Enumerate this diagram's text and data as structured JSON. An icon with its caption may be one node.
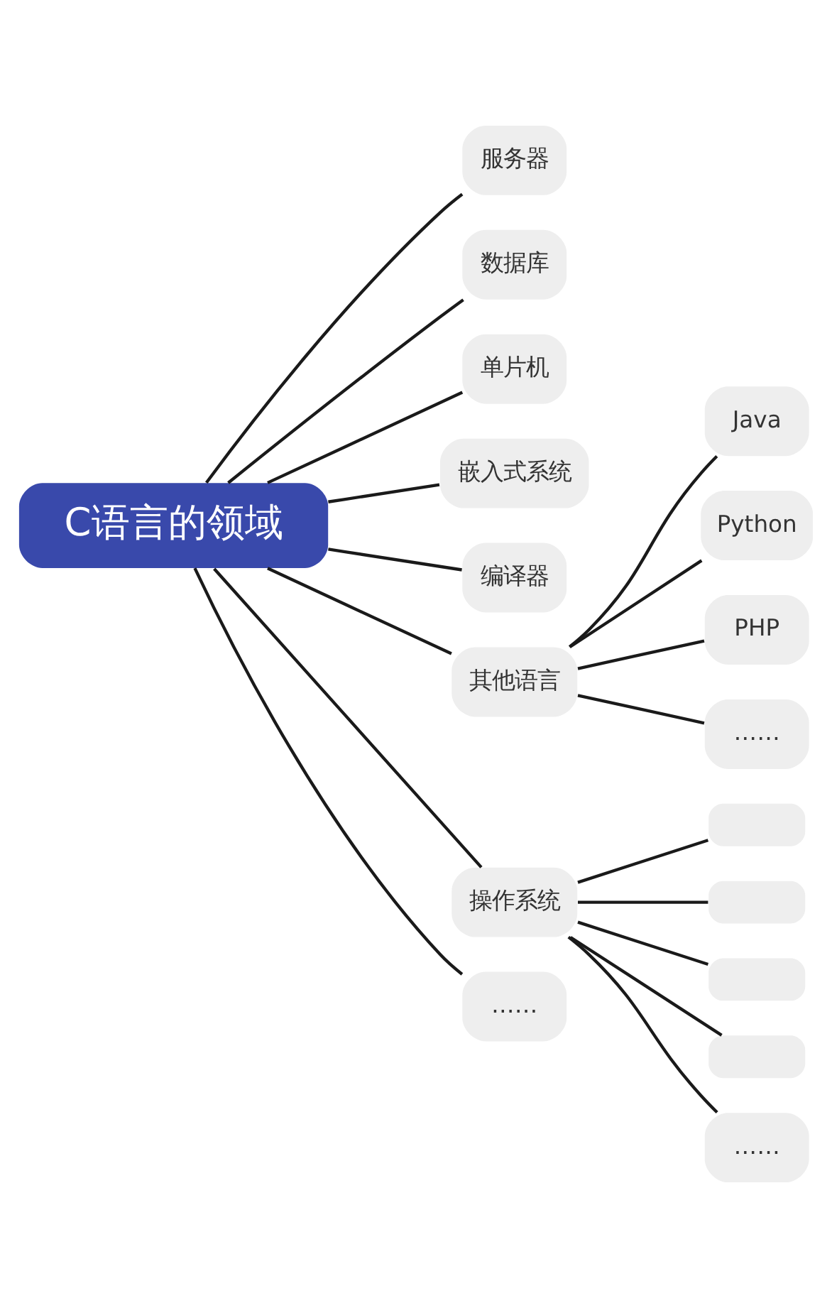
{
  "diagram": {
    "nodes": [
      {
        "text": [
          "C语言的领域"
        ]
      },
      {
        "text": [
          "服务器"
        ]
      },
      {
        "text": [
          "数据库"
        ]
      },
      {
        "text": [
          "单片机"
        ]
      },
      {
        "text": [
          "嵌入式系统"
        ]
      },
      {
        "text": [
          "编译器"
        ]
      },
      {
        "text": [
          "其他语言"
        ]
      },
      {
        "text": [
          "Java"
        ]
      },
      {
        "text": [
          "Python"
        ]
      },
      {
        "text": [
          "PHP"
        ]
      },
      {
        "text": [
          "……"
        ]
      },
      {
        "text": [
          "操作系统"
        ]
      },
      {
        "text": [],
        "shape": "box"
      },
      {
        "text": [],
        "shape": "box"
      },
      {
        "text": [],
        "shape": "box"
      },
      {
        "text": [],
        "shape": "box"
      },
      {
        "text": [
          "……"
        ]
      },
      {
        "text": [
          "……"
        ]
      }
    ],
    "edges": [
      {
        "from": 0,
        "to": 1,
        "arrow": "none"
      },
      {
        "from": 0,
        "to": 2,
        "arrow": "none"
      },
      {
        "from": 0,
        "to": 3,
        "arrow": "none"
      },
      {
        "from": 0,
        "to": 4,
        "arrow": "none"
      },
      {
        "from": 0,
        "to": 5,
        "arrow": "none"
      },
      {
        "from": 0,
        "to": 6,
        "arrow": "none"
      },
      {
        "from": 6,
        "to": 7,
        "arrow": "none"
      },
      {
        "from": 6,
        "to": 8,
        "arrow": "none"
      },
      {
        "from": 6,
        "to": 9,
        "arrow": "none"
      },
      {
        "from": 6,
        "to": 10,
        "arrow": "none"
      },
      {
        "from": 0,
        "to": 11,
        "arrow": "none"
      },
      {
        "from": 11,
        "to": 12,
        "arrow": "none"
      },
      {
        "from": 11,
        "to": 13,
        "arrow": "none"
      },
      {
        "from": 11,
        "to": 14,
        "arrow": "none"
      },
      {
        "from": 11,
        "to": 15,
        "arrow": "none"
      },
      {
        "from": 11,
        "to": 16,
        "arrow": "none"
      },
      {
        "from": 0,
        "to": 17,
        "arrow": "none"
      }
    ]
  }
}
